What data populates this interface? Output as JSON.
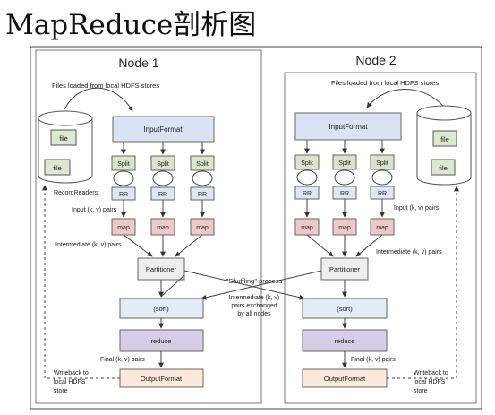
{
  "title": "MapReduce剖析图",
  "nodes": [
    {
      "label": "Node 1",
      "files_loaded": "Files loaded from local HDFS stores",
      "file_labels": [
        "file",
        "file"
      ],
      "input_format": "InputFormat",
      "splits": [
        "Split",
        "Split",
        "Split"
      ],
      "record_readers_label": "RecordReaders:",
      "rrs": [
        "RR",
        "RR",
        "RR"
      ],
      "input_pairs": "Input (k, v) pairs",
      "maps": [
        "map",
        "map",
        "map"
      ],
      "intermediate_pairs": "Intermediate (k, v) pairs",
      "partitioner": "Partitioner",
      "sort": "(sort)",
      "reduce": "reduce",
      "final_pairs": "Final (k, v) pairs",
      "output_format": "OutputFormat",
      "writeback": [
        "Writeback to",
        "local HDFS",
        "store"
      ]
    },
    {
      "label": "Node 2",
      "files_loaded": "Files loaded from local HDFS stores",
      "file_labels": [
        "file",
        "file"
      ],
      "input_format": "InputFormat",
      "splits": [
        "Split",
        "Split",
        "Split"
      ],
      "rrs": [
        "RR",
        "RR",
        "RR"
      ],
      "input_pairs": "Input (k, v) pairs",
      "maps": [
        "map",
        "map",
        "map"
      ],
      "intermediate_pairs": "Intermediate (k, v) pairs",
      "partitioner": "Partitioner",
      "sort": "(sort)",
      "reduce": "reduce",
      "final_pairs": "Final (k, v) pairs",
      "output_format": "OutputFormat",
      "writeback": [
        "Writeback to",
        "local HDFS",
        "store"
      ]
    }
  ],
  "shuffle": {
    "process_label": "\"Shuffling\" process",
    "exchange_label": [
      "Intermediate (k, v)",
      "pairs exchanged",
      "by all nodes"
    ]
  },
  "colors": {
    "input_format": "#d9e3f3",
    "split": "#d9e4cb",
    "rr": "#dde6f2",
    "map": "#efc9c9",
    "partitioner": "#eeeeee",
    "sort": "#e3ebf5",
    "reduce": "#d6cde8",
    "output_format": "#fbeadb",
    "stroke": "#666666"
  }
}
